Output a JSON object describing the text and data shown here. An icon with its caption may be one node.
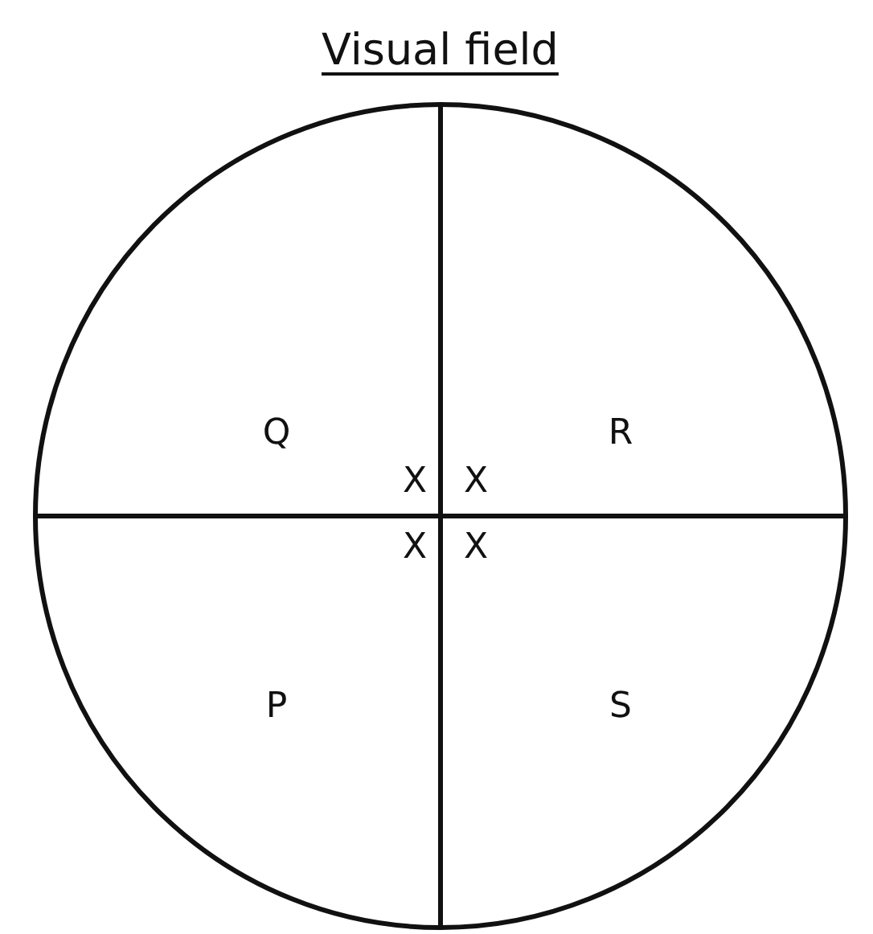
{
  "diagram": {
    "title": "Visual field",
    "labels": [
      "Q",
      "R",
      "X",
      "X",
      "X",
      "X",
      "P",
      "S"
    ]
  }
}
